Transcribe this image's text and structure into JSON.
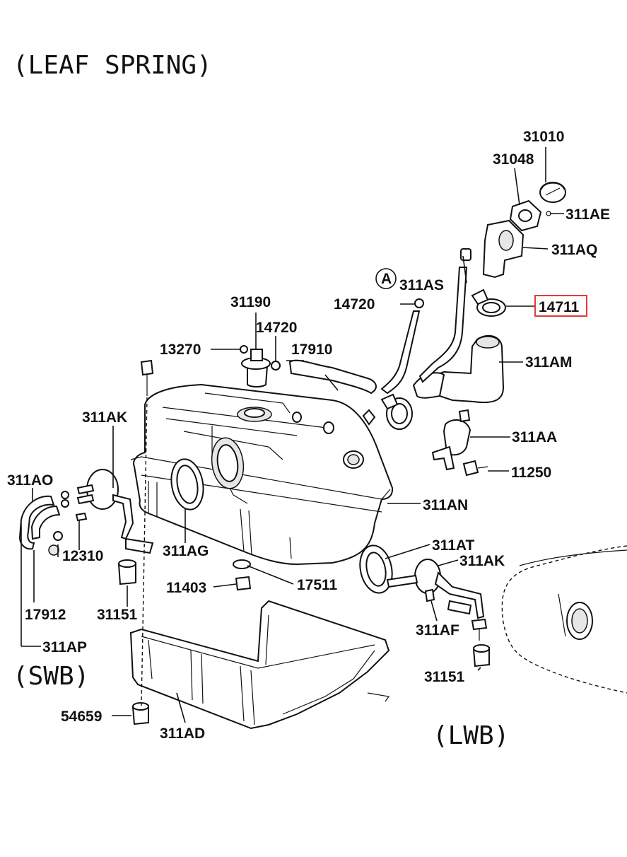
{
  "captions": {
    "leaf_spring": "(LEAF SPRING)",
    "swb": "(SWB)",
    "lwb": "(LWB)"
  },
  "callout_letter": "A",
  "highlight_color": "#e23b3b",
  "parts": {
    "p31010": "31010",
    "p31048": "31048",
    "p311AE": "311AE",
    "p311AQ": "311AQ",
    "p311AS": "311AS",
    "p14720a": "14720",
    "p14711": "14711",
    "p31190": "31190",
    "p14720b": "14720",
    "p13270": "13270",
    "p17910": "17910",
    "p311AM": "311AM",
    "p311AK_left": "311AK",
    "p311AA": "311AA",
    "p11250": "11250",
    "p311AO": "311AO",
    "p311AN": "311AN",
    "p311AG": "311AG",
    "p12310": "12310",
    "p311AT": "311AT",
    "p311AK_right": "311AK",
    "p11403": "11403",
    "p17511": "17511",
    "p17912": "17912",
    "p31151_left": "31151",
    "p311AF": "311AF",
    "p311AP": "311AP",
    "p31151_right": "31151",
    "p54659": "54659",
    "p311AD": "311AD"
  }
}
